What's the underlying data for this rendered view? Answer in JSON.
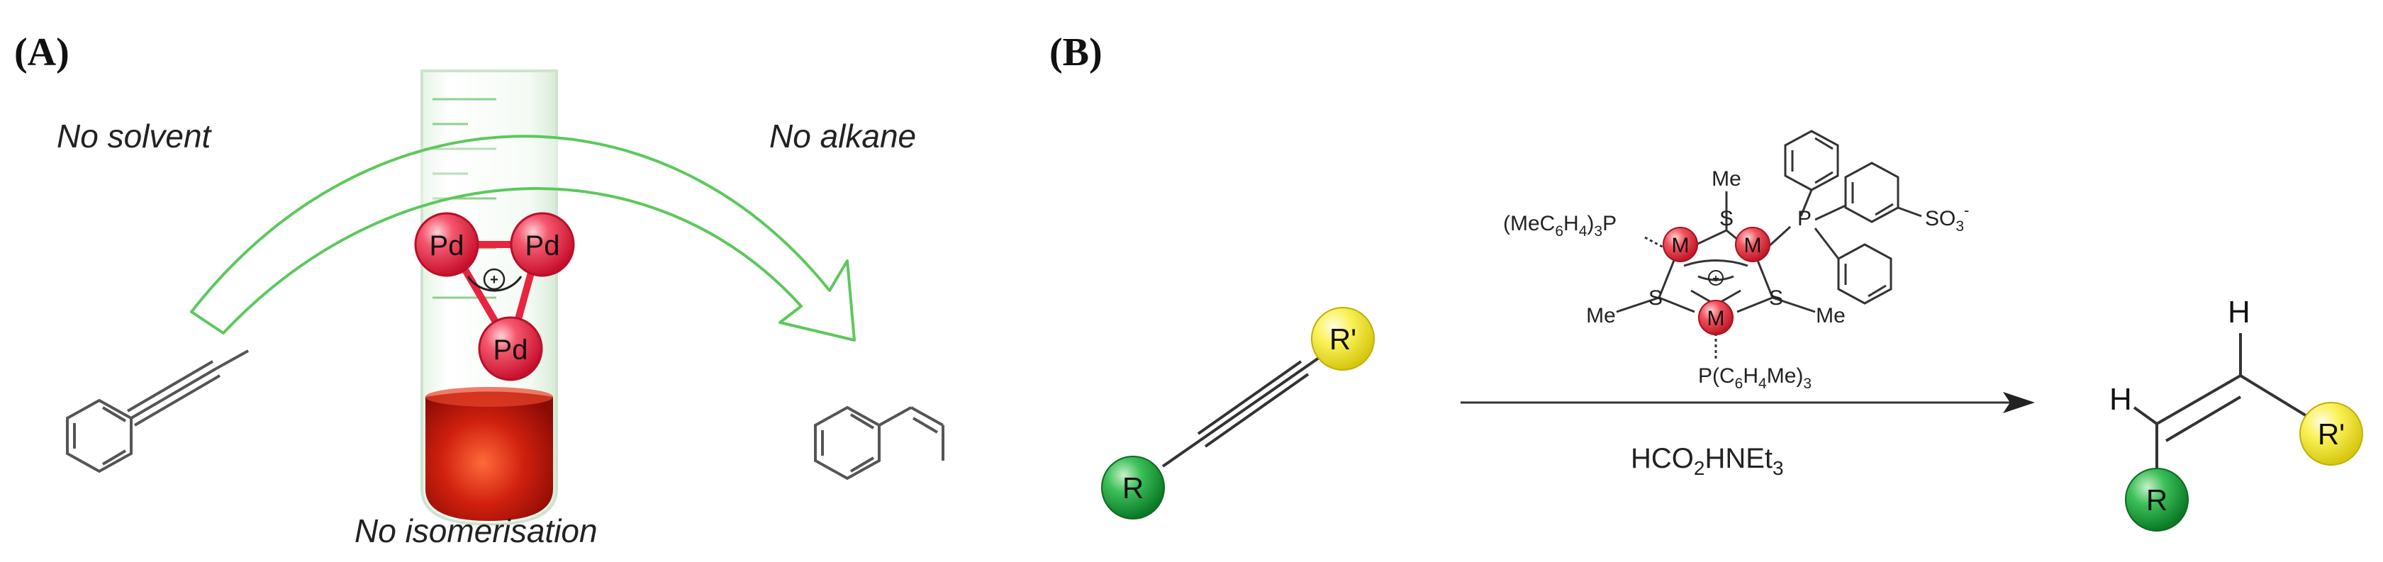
{
  "panel_a": {
    "label": "(A)",
    "texts": {
      "no_solvent": "No solvent",
      "no_alkane": "No alkane",
      "no_isomerisation": "No isomerisation"
    },
    "cluster": {
      "atom": "Pd",
      "charge": "+"
    },
    "colors": {
      "arrow": "#5cc85c",
      "pd_fill": "#ee2b4b",
      "pd_bond": "#e8243f",
      "liquid": "#c8140c",
      "tube": "#bfe6bf"
    }
  },
  "panel_b": {
    "label": "(B)",
    "catalyst": {
      "metal": "M",
      "sulfur": "S",
      "phosphorus": "P",
      "methyl": "Me",
      "charge": "+",
      "ligand_left_main": "(MeC",
      "ligand_left_sub1": "6",
      "ligand_left_mid": "H",
      "ligand_left_sub2": "4",
      "ligand_left_end": ")",
      "ligand_left_sub3": "3",
      "ligand_bottom_main": "P(C",
      "ligand_bottom_sub1": "6",
      "ligand_bottom_mid": "H",
      "ligand_bottom_sub2": "4",
      "ligand_bottom_end": "Me)",
      "ligand_bottom_sub3": "3",
      "sulfonate": "SO",
      "sulfonate_sub": "3",
      "sulfonate_charge": "-"
    },
    "reagent": {
      "main1": "HCO",
      "sub1": "2",
      "main2": "HNEt",
      "sub2": "3"
    },
    "substituents": {
      "r": "R",
      "r_prime": "R'",
      "h1": "H",
      "h2": "H"
    },
    "colors": {
      "r_fill": "#1e9e3c",
      "r_prime_fill": "#f5ee2a",
      "metal_fill": "#ee3344"
    }
  }
}
